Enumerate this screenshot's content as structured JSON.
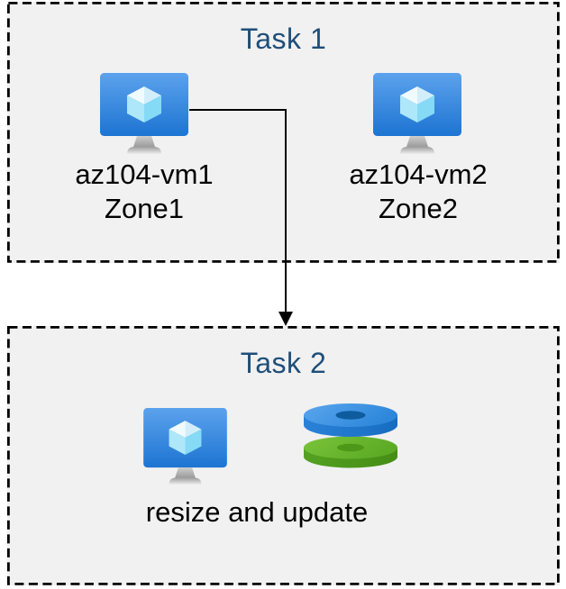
{
  "colors": {
    "canvas_bg": "#ffffff",
    "box_fill": "#f1f1f1",
    "box_border": "#000000",
    "title_color": "#1f4e79",
    "label_color": "#000000",
    "arrow_color": "#000000",
    "vm_screen_blue_top": "#5ca2ed",
    "vm_screen_blue_bottom": "#1d74d2",
    "disk_blue": "#2d87da",
    "disk_green": "#5cab24"
  },
  "icons": {
    "vm": "virtual-machine-icon",
    "disks": "disks-icon"
  },
  "task1": {
    "title": "Task 1",
    "vms": [
      {
        "name": "az104-vm1",
        "zone": "Zone1"
      },
      {
        "name": "az104-vm2",
        "zone": "Zone2"
      }
    ]
  },
  "task2": {
    "title": "Task 2",
    "caption": "resize and update"
  },
  "connector": {
    "from": "az104-vm1",
    "to": "Task 2",
    "style": "elbow-arrow"
  }
}
